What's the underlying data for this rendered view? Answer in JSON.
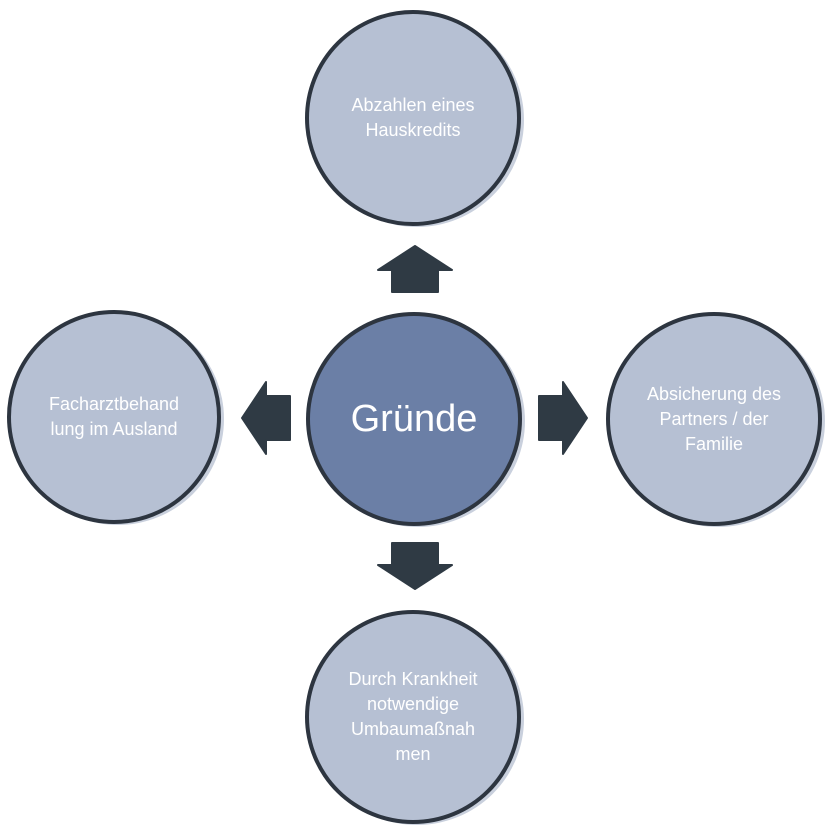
{
  "diagram": {
    "center": {
      "label": "Gründe"
    },
    "top": {
      "label": "Abzahlen eines Hauskredits"
    },
    "right": {
      "label": "Absicherung des Partners / der Familie"
    },
    "bottom": {
      "label": "Durch Krankheit notwendige Umbaumaßnah men"
    },
    "left": {
      "label": "Facharztbehand lung im Ausland"
    }
  },
  "colors": {
    "outer_fill": "#b6c0d3",
    "center_fill": "#6b7fa6",
    "outline": "#2d3540",
    "arrow": "#2f3a44",
    "text": "#ffffff"
  }
}
